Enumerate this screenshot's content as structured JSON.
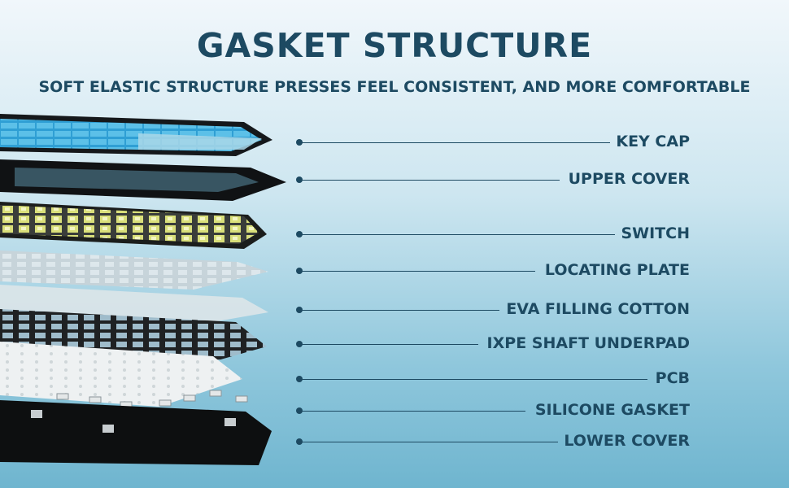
{
  "header": {
    "title": "GASKET STRUCTURE",
    "subtitle": "SOFT ELASTIC STRUCTURE PRESSES FEEL CONSISTENT, AND MORE COMFORTABLE"
  },
  "layers": [
    {
      "label": "KEY CAP"
    },
    {
      "label": "UPPER COVER"
    },
    {
      "label": "SWITCH"
    },
    {
      "label": "LOCATING PLATE"
    },
    {
      "label": "EVA FILLING COTTON"
    },
    {
      "label": "IXPE SHAFT UNDERPAD"
    },
    {
      "label": "PCB"
    },
    {
      "label": "SILICONE GASKET"
    },
    {
      "label": "LOWER COVER"
    }
  ],
  "colors": {
    "text": "#1d4a62",
    "keycap_blue": "#2f9fd4",
    "keycap_light": "#a9d7e8",
    "switch_yellow": "#d9df7a",
    "frame": "#121416",
    "pcb": "#2a2c2e"
  }
}
